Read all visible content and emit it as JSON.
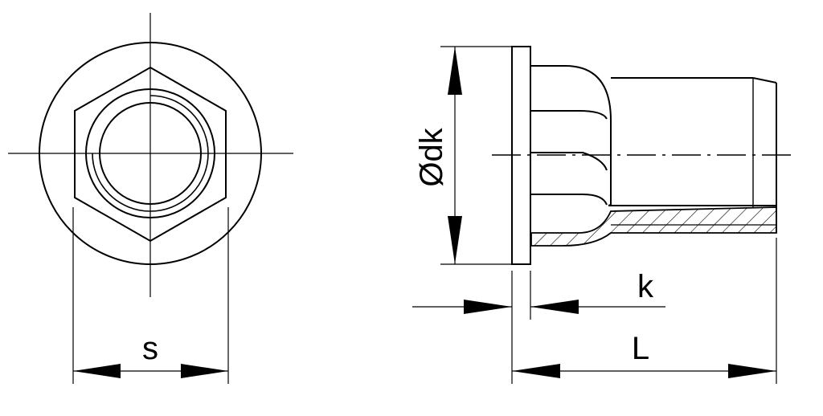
{
  "front_view": {
    "dimension_label": "s"
  },
  "side_view": {
    "flange_diameter_label": "Ødk",
    "flange_thickness_label": "k",
    "total_length_label": "L"
  }
}
